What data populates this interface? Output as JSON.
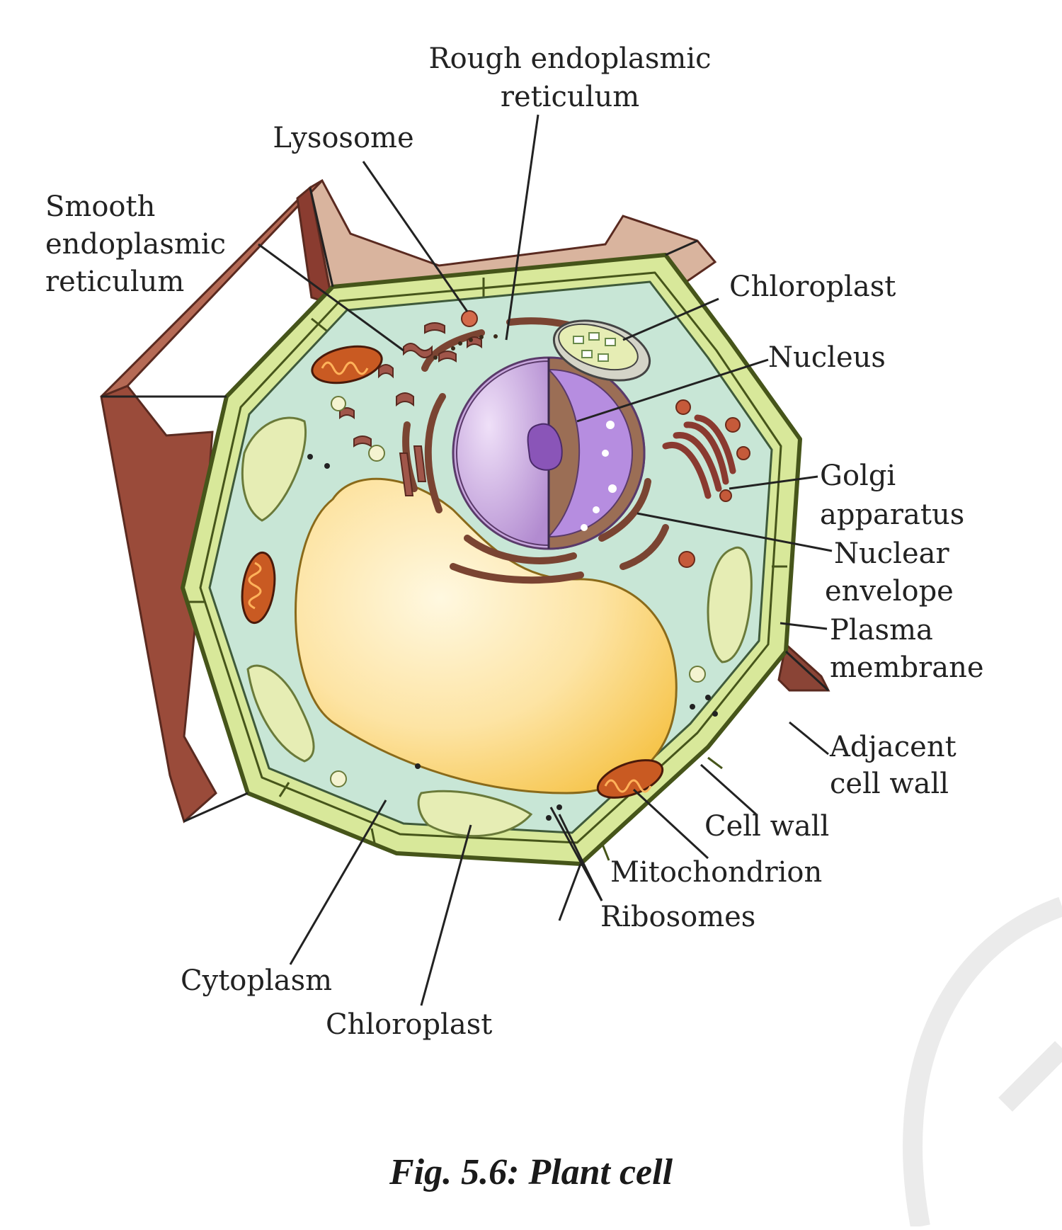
{
  "labels": {
    "rough_er_1": "Rough endoplasmic",
    "rough_er_2": "reticulum",
    "lysosome": "Lysosome",
    "smooth_er_1": "Smooth",
    "smooth_er_2": "endoplasmic",
    "smooth_er_3": "reticulum",
    "chloroplast_top": "Chloroplast",
    "nucleus": "Nucleus",
    "golgi_1": "Golgi",
    "golgi_2": "apparatus",
    "nuclear_env_1": "Nuclear",
    "nuclear_env_2": "envelope",
    "plasma_1": "Plasma",
    "plasma_2": "membrane",
    "adjacent_1": "Adjacent",
    "adjacent_2": "cell wall",
    "cell_wall": "Cell wall",
    "mitochondrion": "Mitochondrion",
    "ribosomes": "Ribosomes",
    "cytoplasm": "Cytoplasm",
    "chloroplast_bottom": "Chloroplast"
  },
  "caption": "Fig. 5.6: Plant cell",
  "colors": {
    "cytoplasm": "#c8e6d6",
    "cell_wall": "#d8e89a",
    "wall_outline": "#46551a",
    "adjacent_wall": "#8a4436",
    "vacuole": "#fbd77a",
    "nucleus": "#c9a8de",
    "mitochondria": "#c95a22",
    "chloroplast": "#e6edb4"
  }
}
